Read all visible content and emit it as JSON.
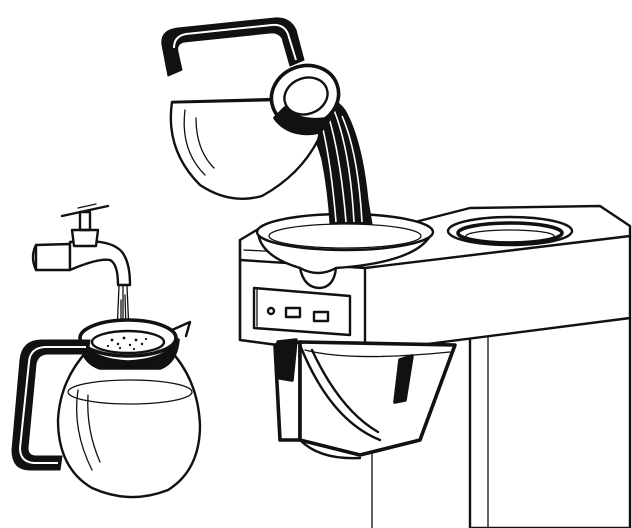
{
  "illustration": {
    "kind": "line-art instruction drawing",
    "subjects": [
      "tap",
      "carafe-filling",
      "carafe-pouring",
      "coffee-brewer"
    ],
    "colors": {
      "ink": "#111111",
      "paper": "#ffffff"
    }
  }
}
